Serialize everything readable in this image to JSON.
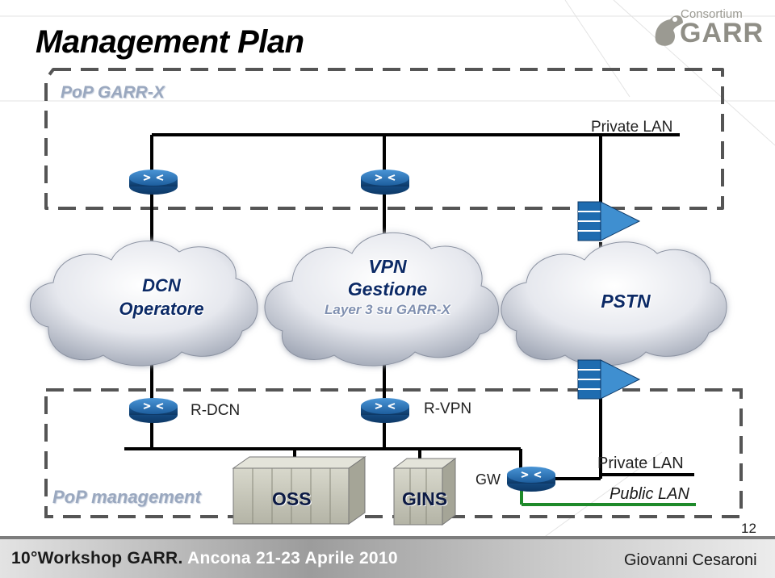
{
  "slide": {
    "title": "Management Plan",
    "page_number": "12",
    "presenter": "Giovanni Cesaroni",
    "footer_event": "10°Workshop GARR.",
    "footer_place_date": "Ancona 21-23 Aprile 2010",
    "logo": {
      "line1": "Consortium",
      "line2": "GARR"
    }
  },
  "diagram": {
    "pop_garrx_label": "PoP GARR-X",
    "private_lan_top": "Private LAN",
    "clouds": {
      "dcn": {
        "line1": "DCN",
        "line2": "Operatore"
      },
      "vpn": {
        "line1": "VPN",
        "line2": "Gestione",
        "line3": "Layer 3 su GARR-X"
      },
      "pstn": "PSTN"
    },
    "routers": {
      "r_dcn": "R-DCN",
      "r_vpn": "R-VPN",
      "gw": "GW"
    },
    "pop_management_label": "PoP management",
    "servers": {
      "oss": "OSS",
      "gins": "GINS"
    },
    "private_lan_bottom": "Private LAN",
    "public_lan": "Public LAN"
  },
  "colors": {
    "router_blue": "#1f6cb0",
    "public_lan_green": "#1e8a2a",
    "dashed_border": "#555555",
    "label_blue_grey": "#9aa8bf",
    "cloud_text": "#0c2a66"
  },
  "icons": [
    "router-icon",
    "firewall-icon",
    "cloud-icon",
    "server-rack-icon"
  ]
}
